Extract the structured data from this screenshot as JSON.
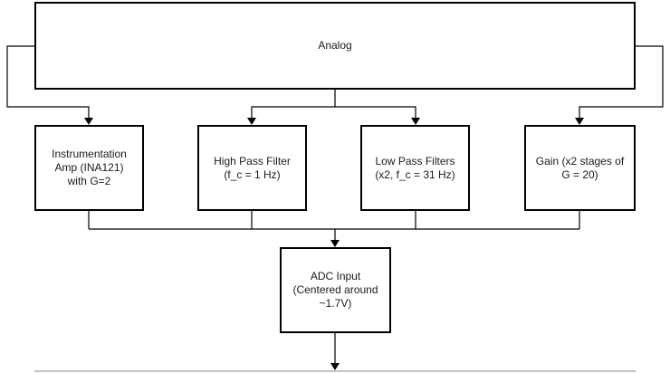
{
  "colors": {
    "stroke": "#000000",
    "text": "#1a1a1a",
    "background": "#ffffff"
  },
  "blocks": {
    "analog": "Analog",
    "instrumentation_amp": "Instrumentation\nAmp (INA121)\nwith G=2",
    "high_pass_filter": "High Pass Filter\n(f_c = 1 Hz)",
    "low_pass_filters": "Low Pass Filters\n(x2,  f_c = 31 Hz)",
    "gain": "Gain (x2 stages of\nG = 20)",
    "adc_input": "ADC Input\n(Centered around\n~1.7V)"
  }
}
